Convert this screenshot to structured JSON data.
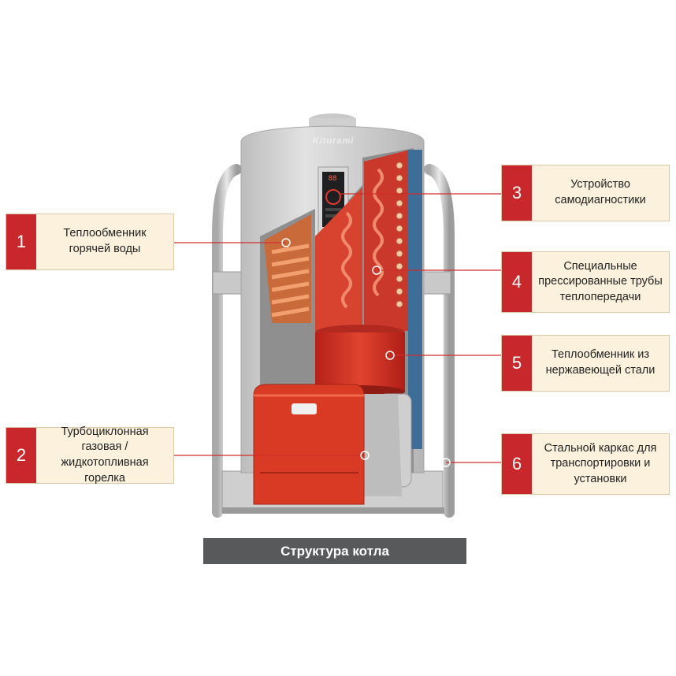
{
  "caption": "Структура котла",
  "brand_logo": "Kiturami",
  "control_display": "88",
  "callouts": [
    {
      "number": "1",
      "text": "Теплообменник горячей воды"
    },
    {
      "number": "2",
      "text": "Турбоциклонная газовая / жидкотопливная горелка"
    },
    {
      "number": "3",
      "text": "Устройство самодиагностики"
    },
    {
      "number": "4",
      "text": "Специальные прессированные трубы теплопередачи"
    },
    {
      "number": "5",
      "text": "Теплообменник из нержавеющей стали"
    },
    {
      "number": "6",
      "text": "Стальной каркас для транспортировки и установки"
    }
  ],
  "colors": {
    "accent_red": "#c8282c",
    "callout_bg": "#fbf1dc",
    "caption_bg": "#58595b",
    "boiler_body": "#d4d4d4"
  }
}
